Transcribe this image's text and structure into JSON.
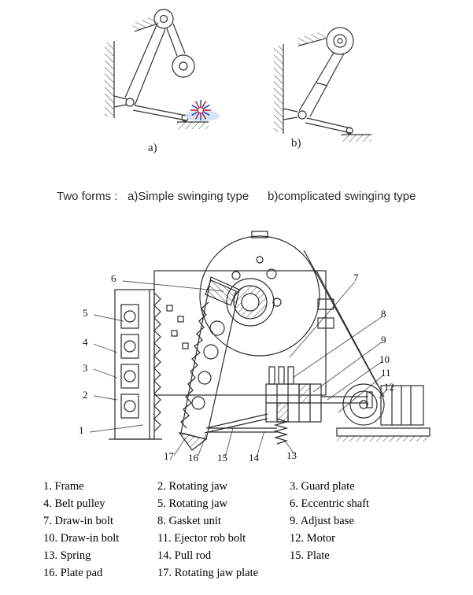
{
  "figures": {
    "label_a": "a)",
    "label_b": "b)"
  },
  "caption": {
    "prefix": "Two forms :",
    "a": "a)Simple swinging type",
    "b": "b)complicated swinging type"
  },
  "callouts": [
    "1",
    "2",
    "3",
    "4",
    "5",
    "6",
    "7",
    "8",
    "9",
    "10",
    "11",
    "12",
    "13",
    "14",
    "15",
    "16",
    "17"
  ],
  "parts": {
    "items": [
      "1. Frame",
      "2. Rotating jaw",
      "3. Guard plate",
      "4. Belt pulley",
      "5. Rotating jaw",
      "6. Eccentric shaft",
      "7. Draw-in bolt",
      "8. Gasket unit",
      "9. Adjust base",
      "10. Draw-in bolt",
      "11. Ejector rob bolt",
      "12. Motor",
      "13. Spring",
      "14. Pull rod",
      "15. Plate",
      "16. Plate pad",
      "17. Rotating jaw plate"
    ]
  }
}
